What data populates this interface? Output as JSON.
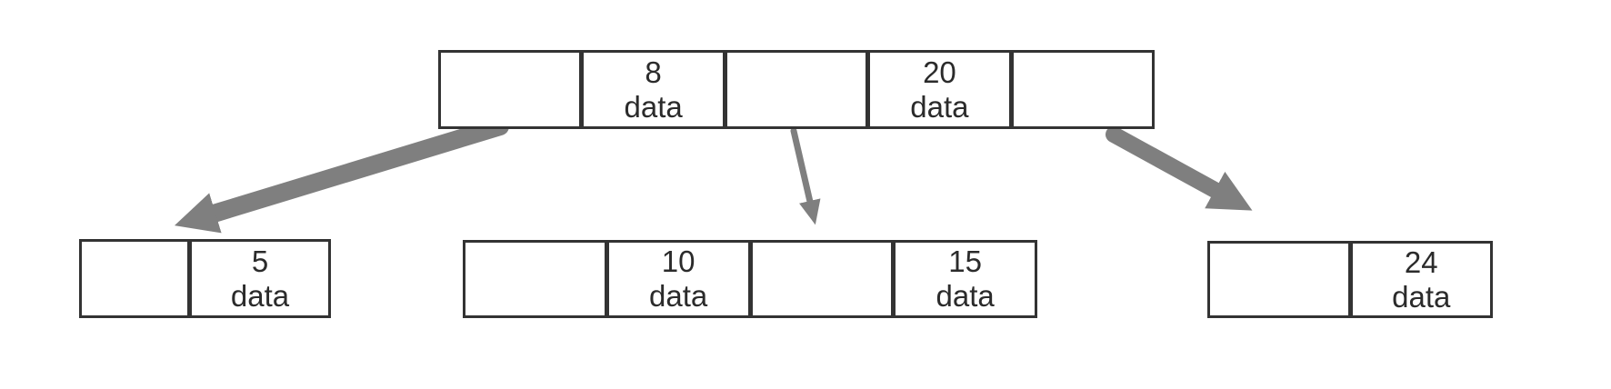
{
  "diagram": {
    "kind": "b-tree",
    "colors": {
      "node_border": "#333333",
      "node_fill": "#ffffff",
      "arrow": "#7f7f7f",
      "text": "#2b2b2b",
      "background": "#ffffff"
    },
    "nodes": {
      "root": {
        "cells": [
          {
            "key": "",
            "label": ""
          },
          {
            "key": "8",
            "label": "data"
          },
          {
            "key": "",
            "label": ""
          },
          {
            "key": "20",
            "label": "data"
          },
          {
            "key": "",
            "label": ""
          }
        ]
      },
      "left_child": {
        "cells": [
          {
            "key": "",
            "label": ""
          },
          {
            "key": "5",
            "label": "data"
          }
        ]
      },
      "middle_child": {
        "cells": [
          {
            "key": "",
            "label": ""
          },
          {
            "key": "10",
            "label": "data"
          },
          {
            "key": "",
            "label": ""
          },
          {
            "key": "15",
            "label": "data"
          }
        ]
      },
      "right_child": {
        "cells": [
          {
            "key": "",
            "label": ""
          },
          {
            "key": "24",
            "label": "data"
          }
        ]
      }
    },
    "edges": [
      {
        "from": "root",
        "to": "left_child",
        "weight": "thick"
      },
      {
        "from": "root",
        "to": "middle_child",
        "weight": "thin"
      },
      {
        "from": "root",
        "to": "right_child",
        "weight": "thick"
      }
    ]
  }
}
